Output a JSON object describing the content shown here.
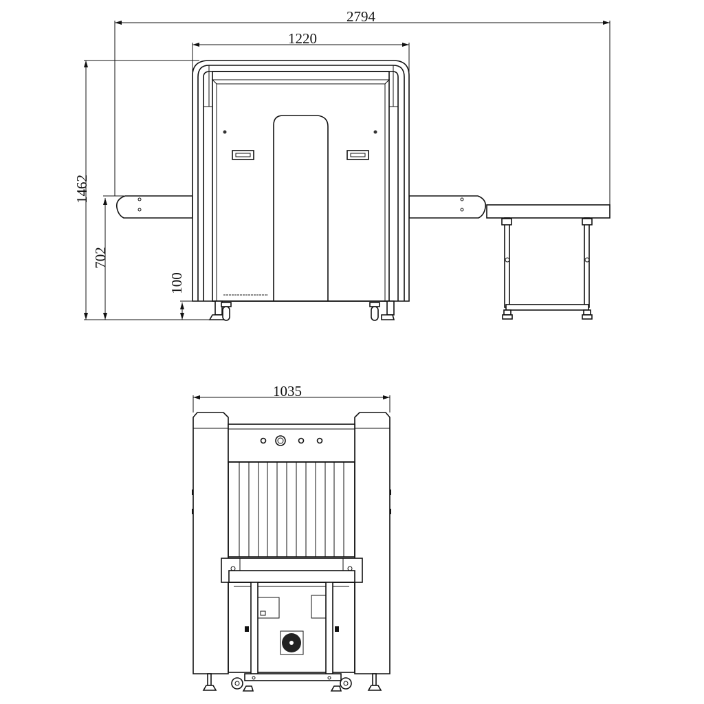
{
  "title": "X-ray baggage scanner dimension drawing",
  "side_view": {
    "dimensions": {
      "overall_length": "2794",
      "tunnel_body_length": "1220",
      "overall_height": "1462",
      "conveyor_height": "702",
      "ground_clearance": "100"
    }
  },
  "front_view": {
    "dimensions": {
      "overall_width": "1035"
    }
  },
  "colors": {
    "line": "#111111",
    "background": "#ffffff"
  }
}
